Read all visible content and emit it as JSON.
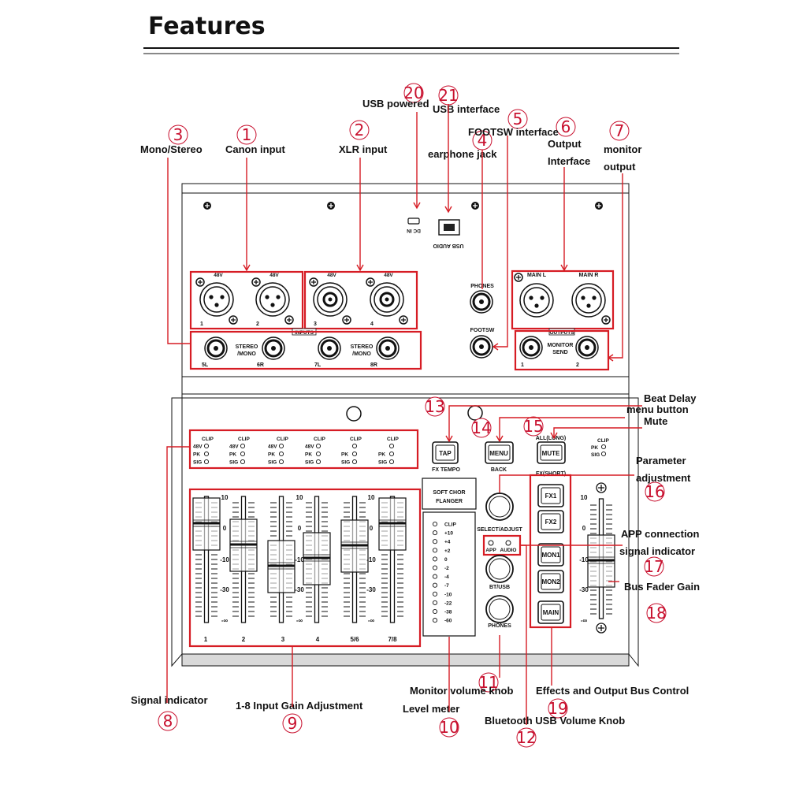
{
  "title": "Features",
  "callouts": [
    {
      "num": "1",
      "label": "Canon input"
    },
    {
      "num": "2",
      "label": "XLR input"
    },
    {
      "num": "3",
      "label": "Mono/Stereo"
    },
    {
      "num": "4",
      "label": "earphone jack"
    },
    {
      "num": "5",
      "label": "FOOTSW interface"
    },
    {
      "num": "6",
      "label": "Output",
      "label2": "Interface"
    },
    {
      "num": "7",
      "label": "monitor",
      "label2": "output"
    },
    {
      "num": "8",
      "label": "Signal indicator"
    },
    {
      "num": "9",
      "label": "1-8 Input Gain Adjustment"
    },
    {
      "num": "10",
      "label": "Level meter"
    },
    {
      "num": "11",
      "label": "Monitor volume knob"
    },
    {
      "num": "12",
      "label": "Bluetooth USB Volume Knob"
    },
    {
      "num": "13",
      "label": "Beat Delay"
    },
    {
      "num": "14",
      "label": "menu button"
    },
    {
      "num": "15",
      "label": "Mute"
    },
    {
      "num": "16",
      "label": "Parameter",
      "label2": "adjustment"
    },
    {
      "num": "17",
      "label": "APP connection",
      "label2": "signal indicator"
    },
    {
      "num": "18",
      "label": "Bus Fader Gain"
    },
    {
      "num": "19",
      "label": "Effects and Output Bus Control"
    },
    {
      "num": "20",
      "label": "USB powered"
    },
    {
      "num": "21",
      "label": "USB interface"
    }
  ],
  "device": {
    "rear": {
      "dc_in": "DC IN",
      "usb_audio": "USB AUDIO",
      "phantom": "48V",
      "xlr_numbers": [
        "1",
        "2",
        "3",
        "4"
      ],
      "inputs_label": "INPUTS",
      "outputs_label": "OUTPUTS",
      "phones_label": "PHONES",
      "footsw_label": "FOOTSW",
      "main_l": "MAIN L",
      "main_r": "MAIN R",
      "monitor_send_line1": "MONITOR",
      "monitor_send_line2": "SEND",
      "monitor_numbers": [
        "1",
        "2"
      ],
      "stereo_line1": "STEREO",
      "stereo_line2": "/MONO",
      "jack_labels": [
        "5L",
        "6R",
        "7L",
        "8R"
      ]
    },
    "channel_leds": {
      "clip": "CLIP",
      "v48": "48V",
      "pk": "PK",
      "sig": "SIG"
    },
    "controls": {
      "tap": "TAP",
      "fx_tempo": "FX TEMPO",
      "menu": "MENU",
      "back": "BACK",
      "mute": "MUTE",
      "all_long": "ALL(LONG)",
      "fx_short": "FX(SHORT)",
      "fx1": "FX1",
      "fx2": "FX2",
      "mon1": "MON1",
      "mon2": "MON2",
      "main": "MAIN",
      "fx_display_line1": "SOFT CHOR",
      "fx_display_line2": "FLANGER",
      "select_adjust": "SELECT/ADJUST",
      "app": "APP",
      "audio": "AUDIO",
      "bt_usb": "BT/USB",
      "phones": "PHONES"
    },
    "meter_labels": [
      "CLIP",
      "+10",
      "+4",
      "+2",
      "0",
      "-2",
      "-4",
      "-7",
      "-10",
      "-22",
      "-38",
      "-60"
    ],
    "fader_scale": [
      "10",
      "0",
      "-10",
      "-30",
      "-∞"
    ],
    "channel_labels": [
      "1",
      "2",
      "3",
      "4",
      "5/6",
      "7/8"
    ]
  }
}
